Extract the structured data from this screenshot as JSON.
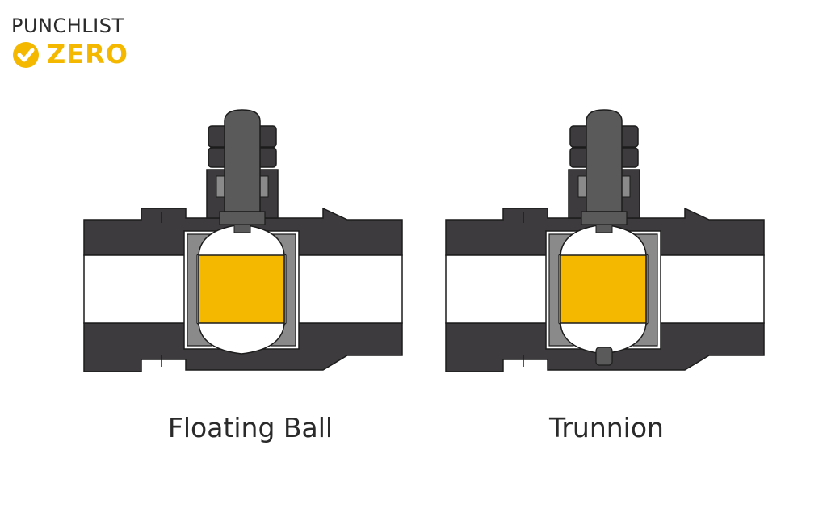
{
  "brand": {
    "line1": "PUNCHLIST",
    "line2": "ZERO",
    "accent_color": "#F5B800",
    "icon": "checkmark-circle-icon"
  },
  "valves": [
    {
      "label": "Floating Ball"
    },
    {
      "label": "Trunnion"
    }
  ],
  "colors": {
    "body": "#3d3b3d",
    "ball": "#F5B800",
    "seat": "#8a8a8a",
    "stem": "#5a5a5a",
    "outline": "#1c1c1c"
  }
}
